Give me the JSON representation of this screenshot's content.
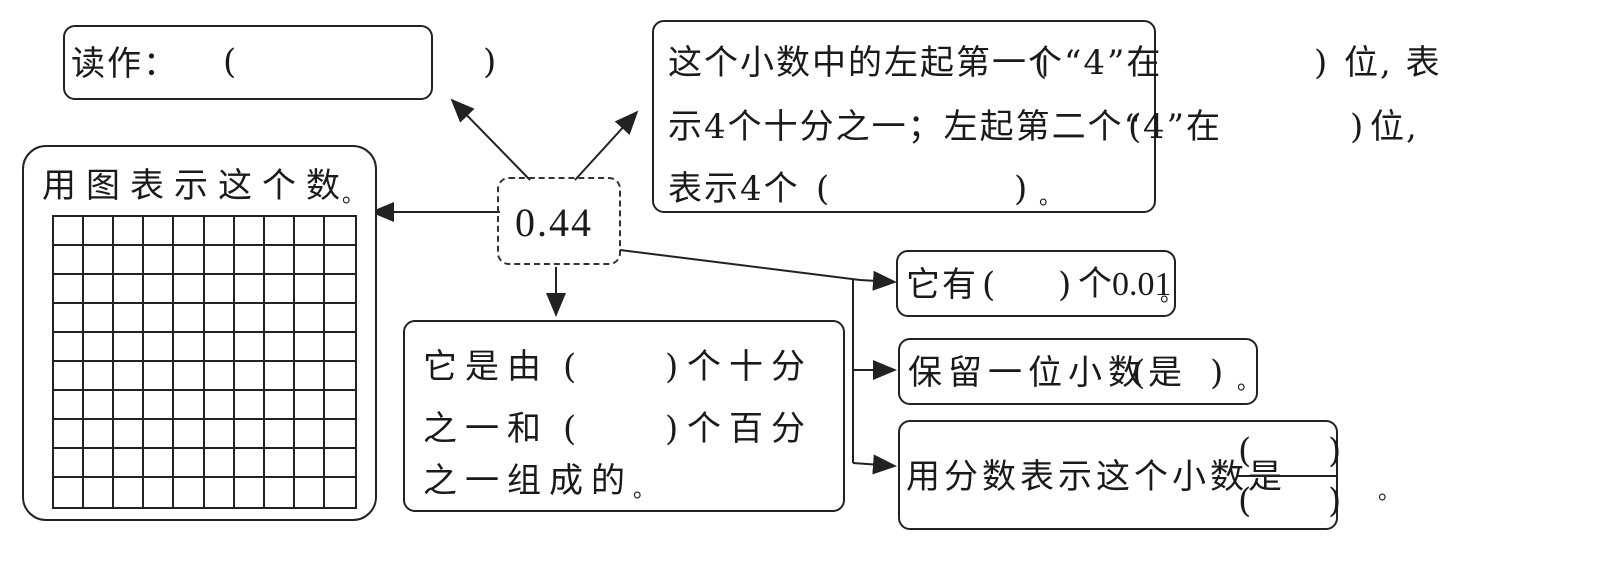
{
  "center": {
    "value": "0.44"
  },
  "read_box": {
    "label": "读作：",
    "open": "(",
    "close": ")"
  },
  "digit_box": {
    "line1_a": "这个小数中的左起第一个“4”在",
    "line1_b": "位, 表",
    "line2_a": "示4个十分之一；左起第二个“4”在",
    "line2_b": "位,",
    "line3_a": "表示4个",
    "end": "。",
    "open": "(",
    "close": ")"
  },
  "grid_box": {
    "title": "用图表示这个数",
    "end": "。",
    "rows": 10,
    "cols": 10
  },
  "compose_box": {
    "line1_a": "它是由",
    "line1_b": "个十分",
    "line2_a": "之一和",
    "line2_b": "个百分",
    "line3": "之一组成的",
    "end": "。",
    "open": "(",
    "close": ")"
  },
  "count_box": {
    "prefix": "它有",
    "suffix": "个0.01",
    "end": "。",
    "open": "(",
    "close": ")"
  },
  "round_box": {
    "prefix": "保留一位小数是",
    "end": "。",
    "open": "(",
    "close": ")"
  },
  "fraction_box": {
    "prefix": "用分数表示这个小数是",
    "end": "。",
    "open": "(",
    "close": ")"
  }
}
